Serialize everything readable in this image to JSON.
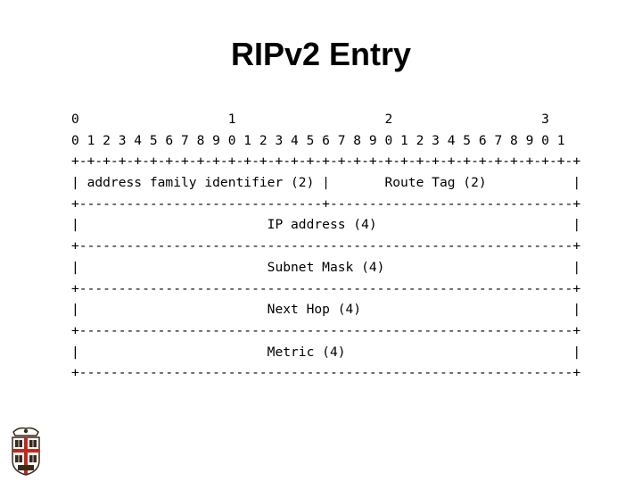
{
  "slide": {
    "title": "RIPv2 Entry"
  },
  "diagram": {
    "lines": [
      "0                   1                   2                   3",
      "0 1 2 3 4 5 6 7 8 9 0 1 2 3 4 5 6 7 8 9 0 1 2 3 4 5 6 7 8 9 0 1",
      "+-+-+-+-+-+-+-+-+-+-+-+-+-+-+-+-+-+-+-+-+-+-+-+-+-+-+-+-+-+-+-+-+",
      "| address family identifier (2) |       Route Tag (2)           |",
      "+-------------------------------+-------------------------------+",
      "|                        IP address (4)                         |",
      "+---------------------------------------------------------------+",
      "|                        Subnet Mask (4)                        |",
      "+---------------------------------------------------------------+",
      "|                        Next Hop (4)                           |",
      "+---------------------------------------------------------------+",
      "|                        Metric (4)                             |",
      "+---------------------------------------------------------------+"
    ]
  },
  "colors": {
    "text": "#000000",
    "background": "#ffffff",
    "logo_red": "#c0281e",
    "logo_dark": "#3a2a1a"
  },
  "icons": {
    "logo": "university-shield-icon"
  }
}
